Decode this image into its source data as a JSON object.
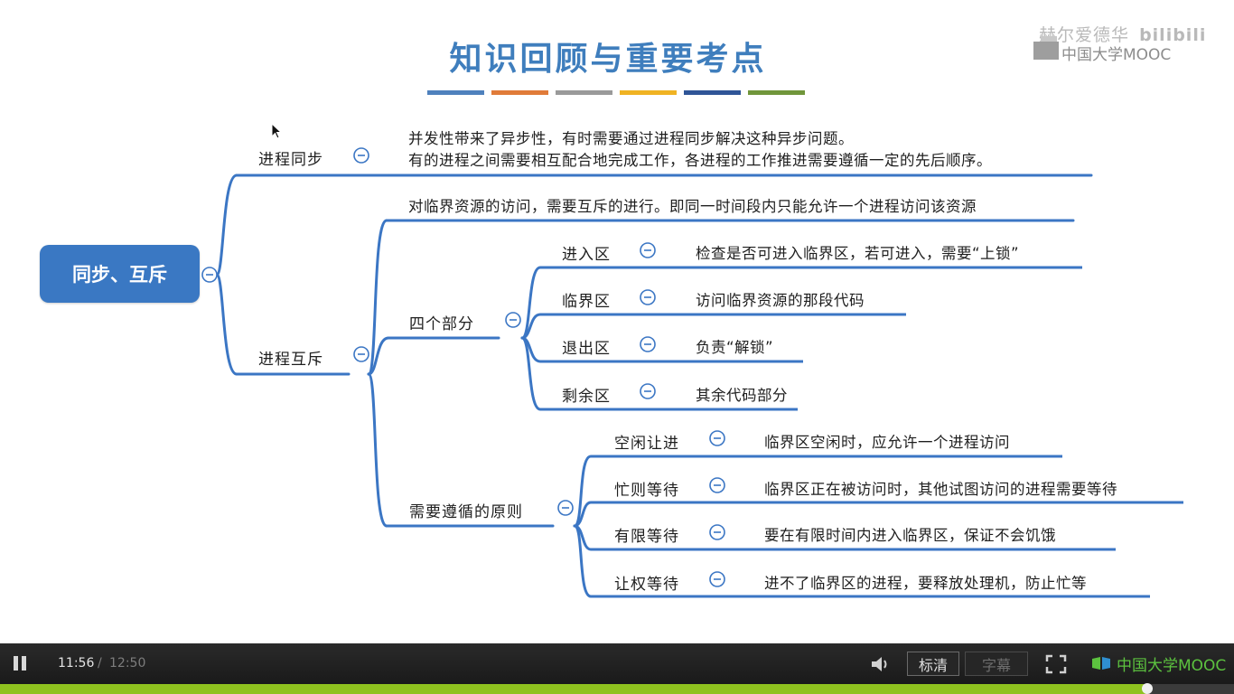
{
  "slide": {
    "title": "知识回顾与重要考点",
    "title_bar_colors": [
      "#4f81bd",
      "#e07b39",
      "#9a9a9a",
      "#f0b323",
      "#2f5597",
      "#70963b"
    ],
    "watermark": {
      "channel": "赫尔爱德华",
      "site": "bilibili",
      "mooc": "中国大学MOOC"
    },
    "accent_color": "#3a78c3"
  },
  "mindmap": {
    "root": "同步、互斥",
    "sync": {
      "label": "进程同步",
      "desc1": "并发性带来了异步性，有时需要通过进程同步解决这种异步问题。",
      "desc2": "有的进程之间需要相互配合地完成工作，各进程的工作推进需要遵循一定的先后顺序。"
    },
    "mutex": {
      "label": "进程互斥",
      "desc": "对临界资源的访问，需要互斥的进行。即同一时间段内只能允许一个进程访问该资源",
      "parts": {
        "label": "四个部分",
        "items": [
          {
            "name": "进入区",
            "desc": "检查是否可进入临界区，若可进入，需要“上锁”"
          },
          {
            "name": "临界区",
            "desc": "访问临界资源的那段代码"
          },
          {
            "name": "退出区",
            "desc": "负责“解锁”"
          },
          {
            "name": "剩余区",
            "desc": "其余代码部分"
          }
        ]
      },
      "principles": {
        "label": "需要遵循的原则",
        "items": [
          {
            "name": "空闲让进",
            "desc": "临界区空闲时，应允许一个进程访问"
          },
          {
            "name": "忙则等待",
            "desc": "临界区正在被访问时，其他试图访问的进程需要等待"
          },
          {
            "name": "有限等待",
            "desc": "要在有限时间内进入临界区，保证不会饥饿"
          },
          {
            "name": "让权等待",
            "desc": "进不了临界区的进程，要释放处理机，防止忙等"
          }
        ]
      }
    }
  },
  "player": {
    "current_time": "11:56",
    "separator": "/",
    "total_time": "12:50",
    "quality_label": "标清",
    "subtitle_label": "字幕",
    "brand": "中国大学MOOC",
    "progress_fraction": 0.93,
    "progress_color": "#8fc21f",
    "brand_color": "#5cc23f"
  }
}
